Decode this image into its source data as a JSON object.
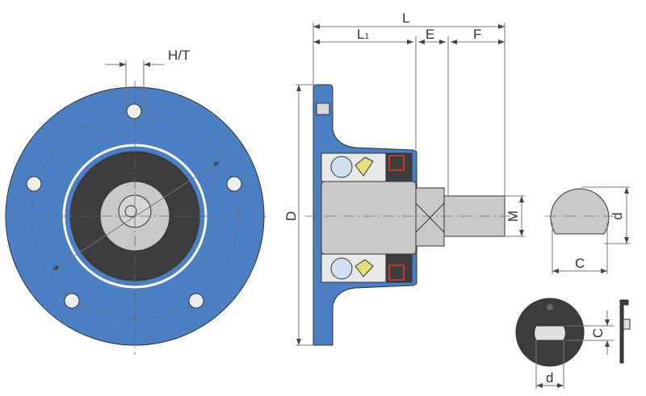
{
  "labels": {
    "ht": "H/T",
    "l": "L",
    "l1_main": "L",
    "l1_sub": "1",
    "e": "E",
    "f": "F",
    "d_flange": "D",
    "m": "M",
    "shaft_d": "d",
    "shaft_c": "C",
    "washer_c": "C",
    "washer_d": "d"
  },
  "colors": {
    "housing_blue": "#4b7fc4",
    "dark_gray": "#3c3c3c",
    "light_gray": "#c9c9c9",
    "seal_red": "#c0392b",
    "ball_yellow": "#e3e27a"
  }
}
